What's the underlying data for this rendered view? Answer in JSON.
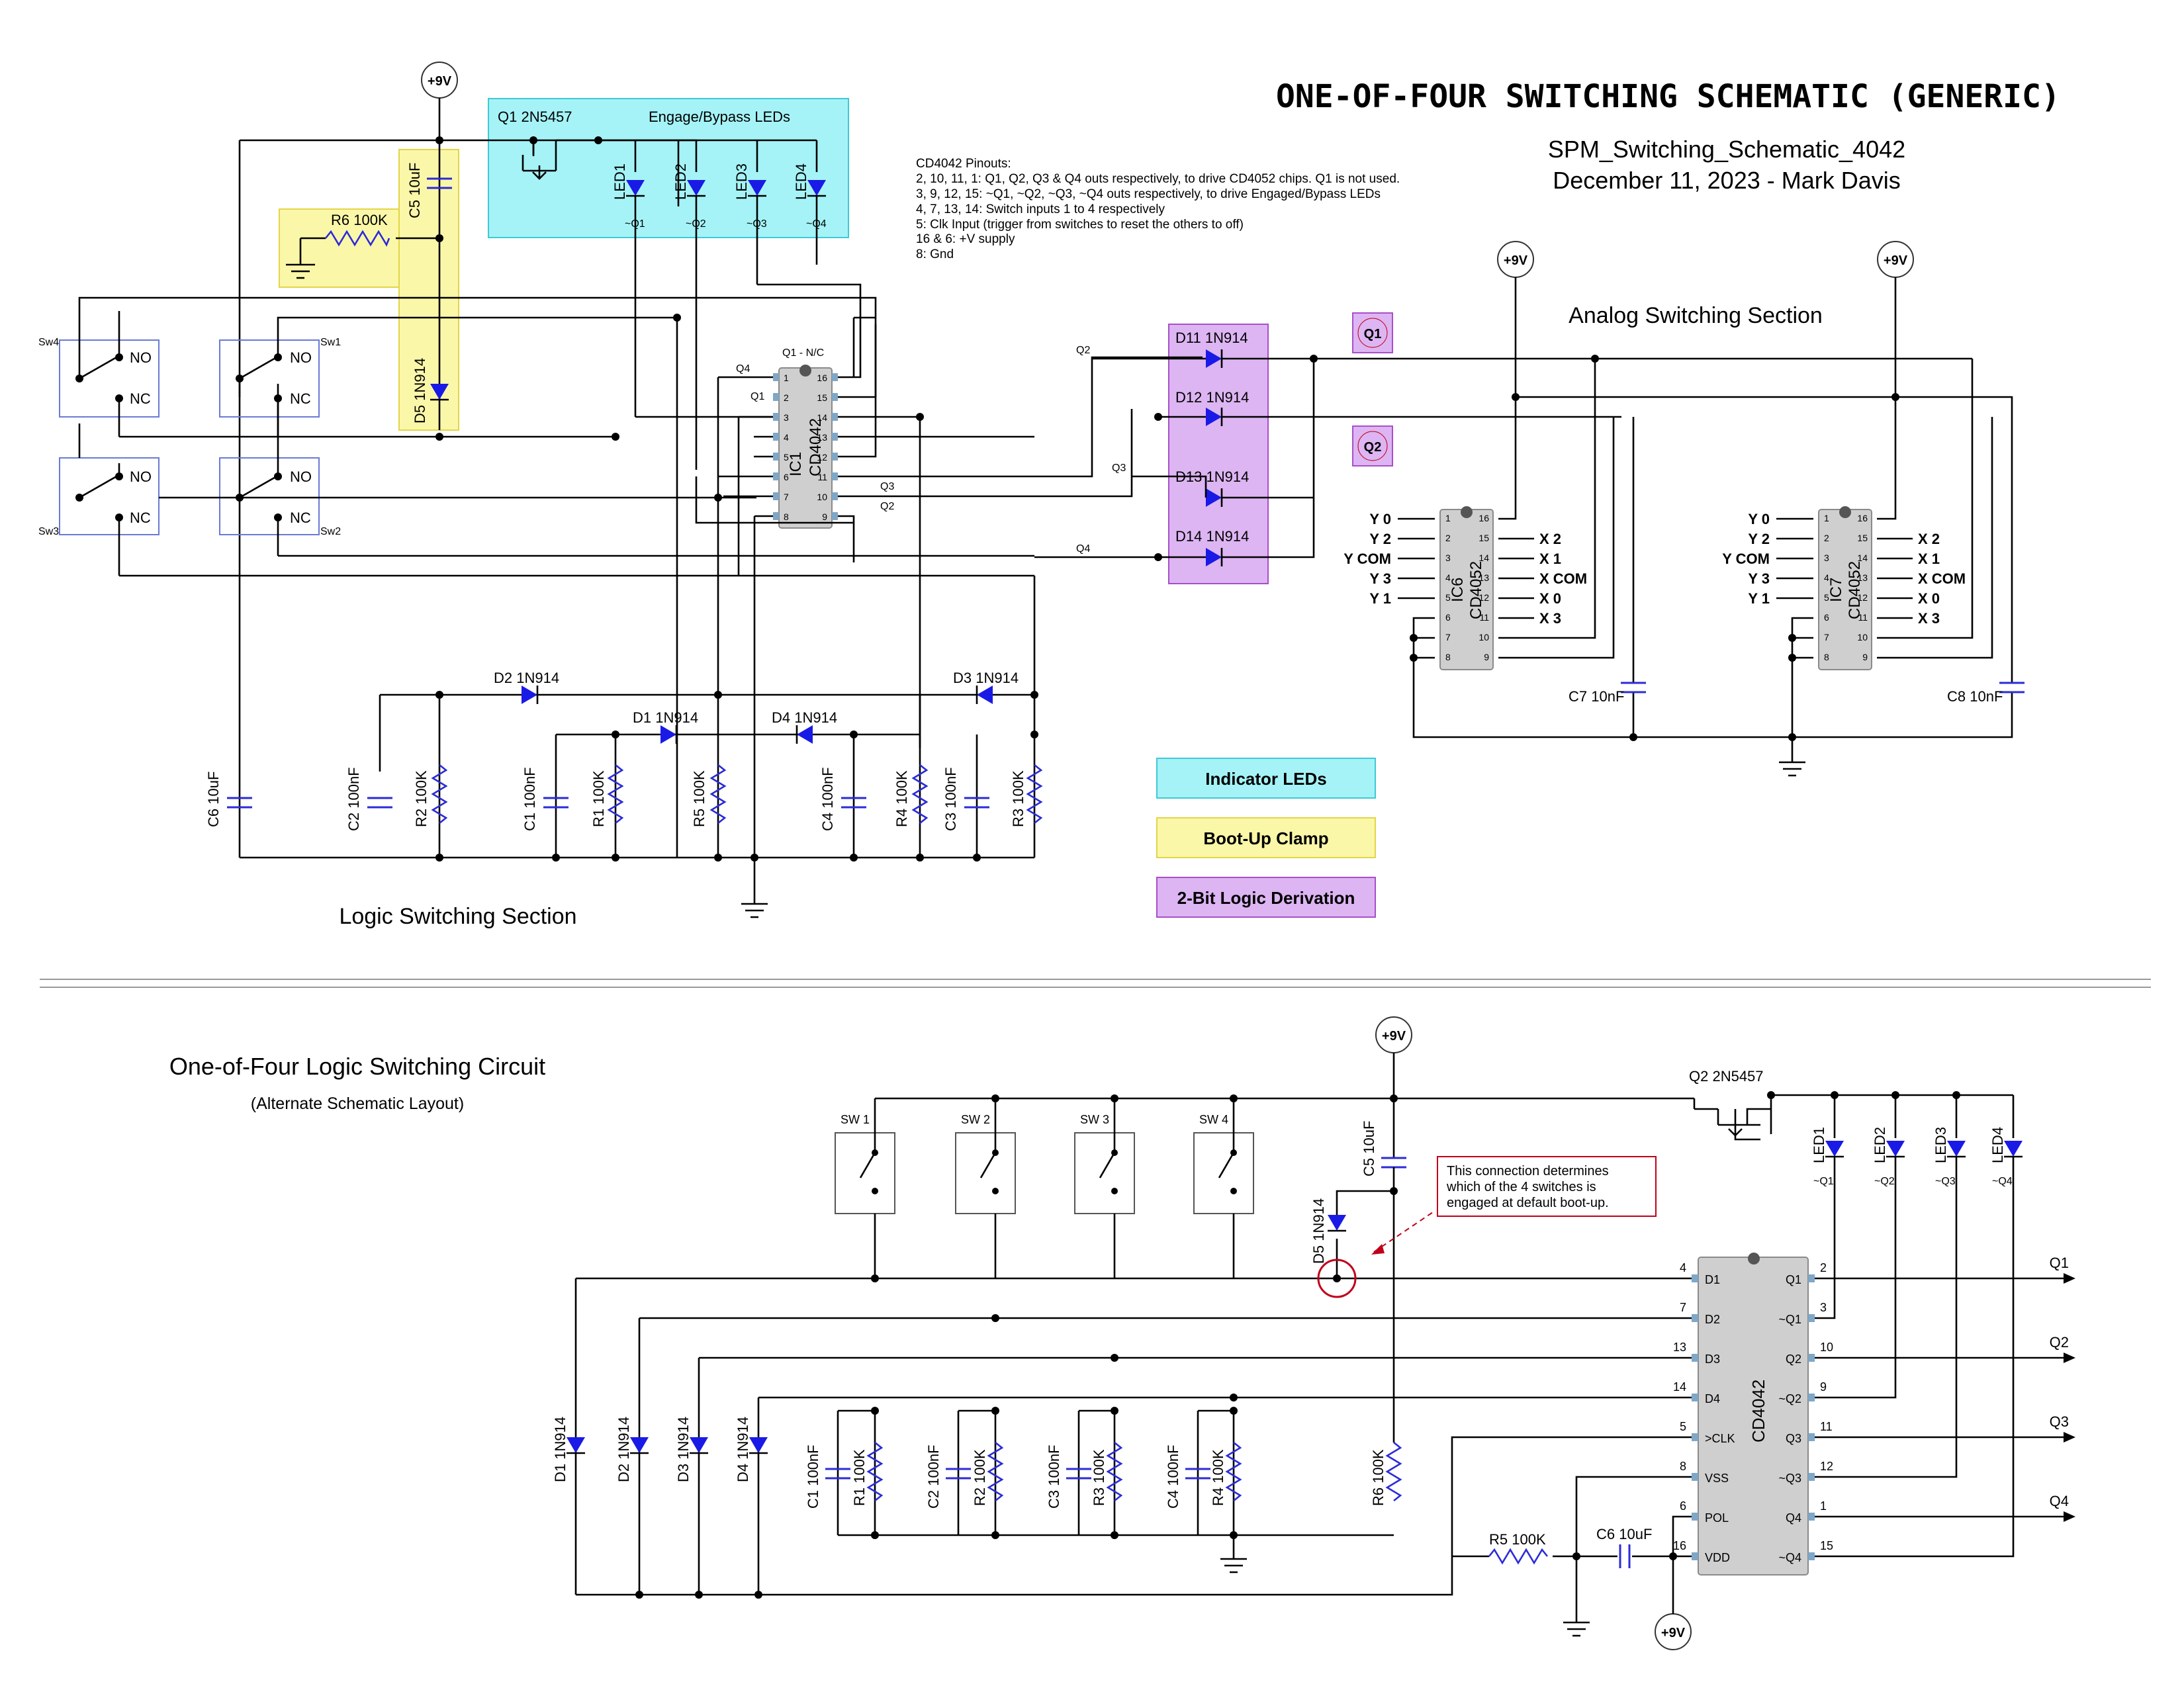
{
  "title": {
    "main": "ONE-OF-FOUR SWITCHING SCHEMATIC (GENERIC)",
    "file": "SPM_Switching_Schematic_4042",
    "date_author": "December 11, 2023 - Mark Davis"
  },
  "notes": {
    "heading": "CD4042 Pinouts:",
    "lines": [
      "2, 10, 11, 1: Q1, Q2, Q3 & Q4 outs respectively, to drive CD4052 chips. Q1 is not used.",
      "3, 9, 12, 15: ~Q1, ~Q2, ~Q3, ~Q4 outs respectively, to drive Engaged/Bypass LEDs",
      "4, 7, 13, 14: Switch inputs 1 to 4 respectively",
      "5: Clk Input (trigger from switches to reset the others to off)",
      "16 & 6: +V supply",
      "8: Gnd"
    ]
  },
  "sections": {
    "logic": "Logic Switching Section",
    "analog": "Analog Switching Section",
    "alt_title": "One-of-Four Logic Switching Circuit",
    "alt_sub": "(Alternate Schematic Layout)"
  },
  "legend": {
    "indicator": "Indicator LEDs",
    "bootup": "Boot-Up Clamp",
    "derivation": "2-Bit Logic Derivation"
  },
  "colors": {
    "cyan": "#a5f3f7",
    "yellow": "#fbf7a8",
    "purple": "#ddb5f2",
    "component_blue": "#2b2bd8",
    "annotation_red": "#c0001b"
  },
  "supply": "+9V",
  "top": {
    "q1": "Q1  2N5457",
    "led_box": "Engage/Bypass LEDs",
    "leds": [
      "LED1",
      "LED2",
      "LED3",
      "LED4"
    ],
    "led_q": [
      "~Q1",
      "~Q2",
      "~Q3",
      "~Q4"
    ],
    "c5": "C5 10uF",
    "r6": "R6 100K",
    "d5": "D5 1N914",
    "switches": [
      "Sw4",
      "Sw1",
      "Sw3",
      "Sw2"
    ],
    "no": "NO",
    "nc": "NC",
    "ic1": [
      "IC1",
      "CD4042"
    ],
    "ic1_top": "Q1 - N/C",
    "ic1_left_pins": [
      "1",
      "2",
      "3",
      "4",
      "5",
      "6",
      "7",
      "8"
    ],
    "ic1_right_pins": [
      "16",
      "15",
      "14",
      "13",
      "12",
      "11",
      "10",
      "9"
    ],
    "ic1_labels": {
      "q4": "Q4",
      "q1": "Q1",
      "q3": "Q3",
      "q2": "Q2"
    },
    "diodes_bottom": [
      "D2 1N914",
      "D1 1N914",
      "D4 1N914",
      "D3 1N914"
    ],
    "bottom_parts": [
      "C6 10uF",
      "C2 100nF",
      "R2 100K",
      "C1 100nF",
      "R1 100K",
      "R5 100K",
      "C4 100nF",
      "R4 100K",
      "C3 100nF",
      "R3 100K"
    ],
    "derivation_diodes": [
      "D11 1N914",
      "D12 1N914",
      "D13 1N914",
      "D14 1N914"
    ],
    "q_tags": [
      "Q1",
      "Q2"
    ],
    "nets": [
      "Q2",
      "Q3",
      "Q4"
    ]
  },
  "analog": {
    "ic6": [
      "IC6",
      "CD4052"
    ],
    "ic7": [
      "IC7",
      "CD4052"
    ],
    "left_labels": [
      "Y 0",
      "Y 2",
      "Y COM",
      "Y 3",
      "Y 1"
    ],
    "right_labels": [
      "X 2",
      "X 1",
      "X COM",
      "X 0",
      "X 3"
    ],
    "left_pins": [
      "1",
      "2",
      "3",
      "4",
      "5",
      "6",
      "7",
      "8"
    ],
    "right_pins": [
      "16",
      "15",
      "14",
      "13",
      "12",
      "11",
      "10",
      "9"
    ],
    "c7": "C7 10nF",
    "c8": "C8 10nF"
  },
  "alt": {
    "switches": [
      "SW 1",
      "SW 2",
      "SW 3",
      "SW 4"
    ],
    "c5": "C5 10uF",
    "d5": "D5 1N914",
    "q2": "Q2  2N5457",
    "leds": [
      "LED1",
      "LED2",
      "LED3",
      "LED4"
    ],
    "led_q": [
      "~Q1",
      "~Q2",
      "~Q3",
      "~Q4"
    ],
    "annotation": [
      "This connection determines",
      "which of the 4 switches is",
      "engaged at default boot-up."
    ],
    "diodes": [
      "D1 1N914",
      "D2 1N914",
      "D3 1N914",
      "D4 1N914"
    ],
    "caps": [
      "C1 100nF",
      "C2 100nF",
      "C3 100nF",
      "C4 100nF"
    ],
    "res": [
      "R1 100K",
      "R2 100K",
      "R3 100K",
      "R4 100K"
    ],
    "r6": "R6 100K",
    "r5": "R5 100K",
    "c6": "C6 10uF",
    "chip": "CD4042",
    "left_pins": [
      {
        "num": "4",
        "name": "D1"
      },
      {
        "num": "7",
        "name": "D2"
      },
      {
        "num": "13",
        "name": "D3"
      },
      {
        "num": "14",
        "name": "D4"
      },
      {
        "num": "5",
        "name": ">CLK"
      },
      {
        "num": "8",
        "name": "VSS"
      },
      {
        "num": "6",
        "name": "POL"
      },
      {
        "num": "16",
        "name": "VDD"
      }
    ],
    "right_pins": [
      {
        "num": "2",
        "name": "Q1"
      },
      {
        "num": "3",
        "name": "~Q1"
      },
      {
        "num": "10",
        "name": "Q2"
      },
      {
        "num": "9",
        "name": "~Q2"
      },
      {
        "num": "11",
        "name": "Q3"
      },
      {
        "num": "12",
        "name": "~Q3"
      },
      {
        "num": "1",
        "name": "Q4"
      },
      {
        "num": "15",
        "name": "~Q4"
      }
    ],
    "outputs": [
      "Q1",
      "Q2",
      "Q3",
      "Q4"
    ]
  }
}
